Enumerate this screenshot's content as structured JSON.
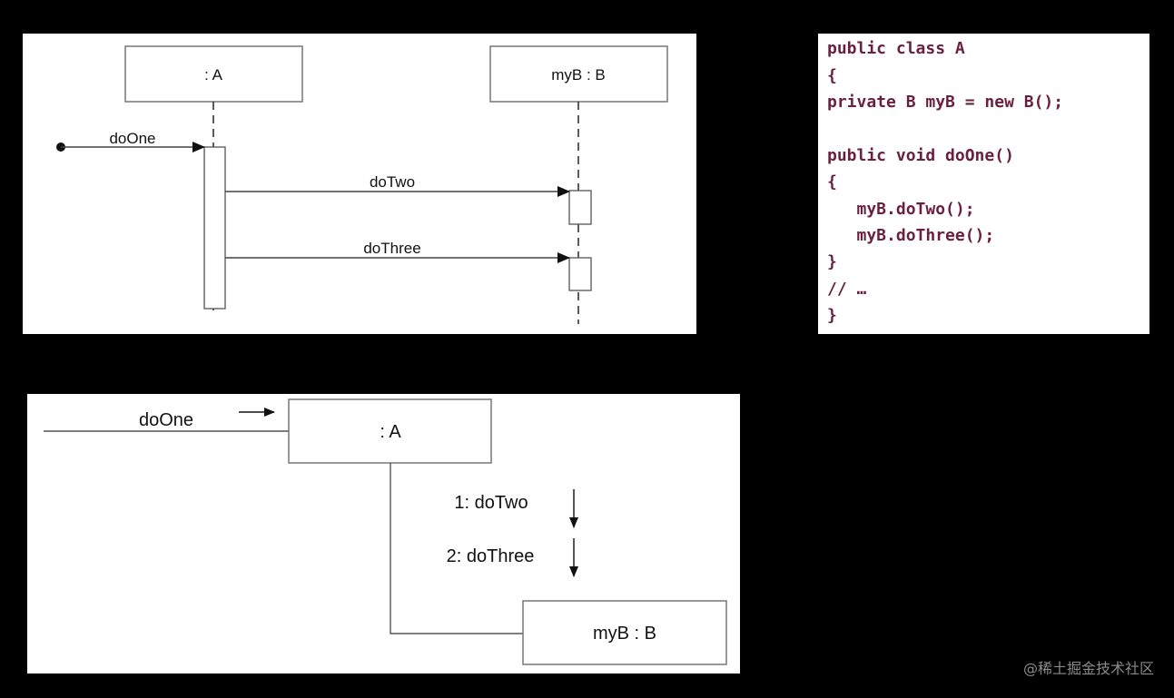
{
  "sequence_diagram": {
    "lifelines": [
      {
        "label": ": A"
      },
      {
        "label": "myB : B"
      }
    ],
    "messages": [
      {
        "label": "doOne"
      },
      {
        "label": "doTwo"
      },
      {
        "label": "doThree"
      }
    ]
  },
  "code": {
    "lines": [
      "public class A",
      "{",
      "private B myB = new B();",
      "",
      "public void doOne()",
      "{",
      "   myB.doTwo();",
      "   myB.doThree();",
      "}",
      "// …",
      "}"
    ]
  },
  "communication_diagram": {
    "objects": [
      {
        "label": ": A"
      },
      {
        "label": "myB : B"
      }
    ],
    "incoming_message": "doOne",
    "messages": [
      {
        "label": "1: doTwo"
      },
      {
        "label": "2: doThree"
      }
    ]
  },
  "watermark": "@稀土掘金技术社区"
}
